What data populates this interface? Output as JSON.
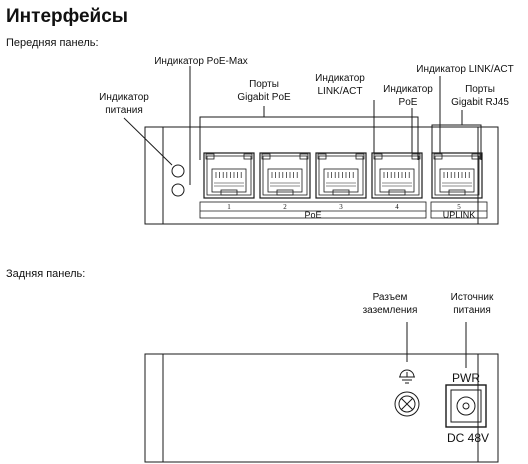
{
  "title": "Интерфейсы",
  "front_panel": {
    "heading": "Передняя панель:",
    "labels": {
      "power_indicator": [
        "Индикатор",
        "питания"
      ],
      "poe_max_indicator": "Индикатор PoE-Max",
      "poe_ports": [
        "Порты",
        "Gigabit PoE"
      ],
      "link_act_indicator": [
        "Индикатор",
        "LINK/ACT"
      ],
      "poe_indicator": [
        "Индикатор",
        "PoE"
      ],
      "link_act_indicator_right": "Индикатор LINK/ACT",
      "rj45_ports": [
        "Порты",
        "Gigabit RJ45"
      ]
    },
    "port_numbers": [
      "1",
      "2",
      "3",
      "4",
      "5"
    ],
    "group_poe": "PoE",
    "group_uplink": "UPLINK"
  },
  "rear_panel": {
    "heading": "Задняя панель:",
    "labels": {
      "ground": [
        "Разъем",
        "заземления"
      ],
      "power_source": [
        "Источник",
        "питания"
      ]
    },
    "pwr": "PWR",
    "dc": "DC 48V"
  },
  "colors": {
    "line": "#1a1a1a",
    "panel_fill": "#ffffff"
  }
}
